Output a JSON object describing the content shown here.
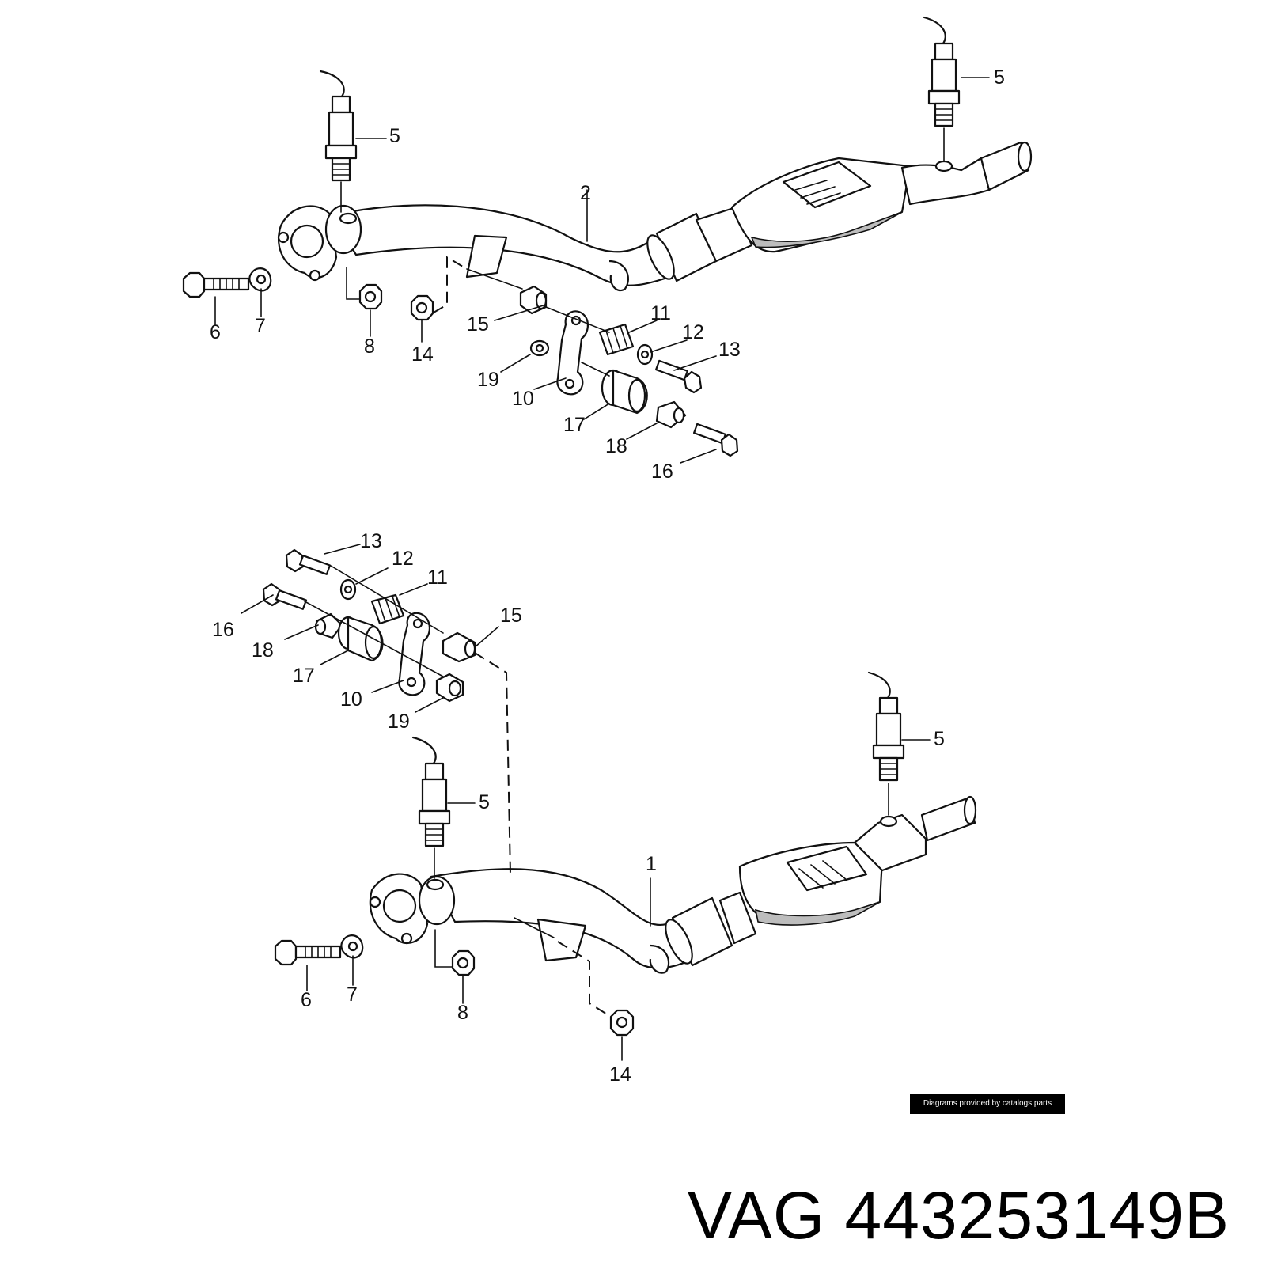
{
  "brand": "VAG",
  "part_number": "443253149B",
  "credit": "Diagrams provided by catalogs parts",
  "assemblies": {
    "upper": {
      "pipe": "2",
      "sensor_front": "5",
      "sensor_rear": "5",
      "bolt": "6",
      "gasket": "7",
      "nut_flange": "8",
      "nut_hanger": "14",
      "bushing": "15",
      "spring": "11",
      "washer": "12",
      "bolt_spring": "13",
      "washer_small": "19",
      "bracket": "10",
      "rubber_mount": "17",
      "sleeve": "18",
      "bolt_mount": "16"
    },
    "lower": {
      "pipe": "1",
      "sensor_front": "5",
      "sensor_rear": "5",
      "bolt": "6",
      "gasket": "7",
      "nut_flange": "8",
      "nut_hanger": "14",
      "bushing": "15",
      "spring": "11",
      "washer": "12",
      "bolt_spring": "13",
      "washer_small": "19",
      "bracket": "10",
      "rubber_mount": "17",
      "sleeve": "18",
      "bolt_mount": "16"
    }
  }
}
